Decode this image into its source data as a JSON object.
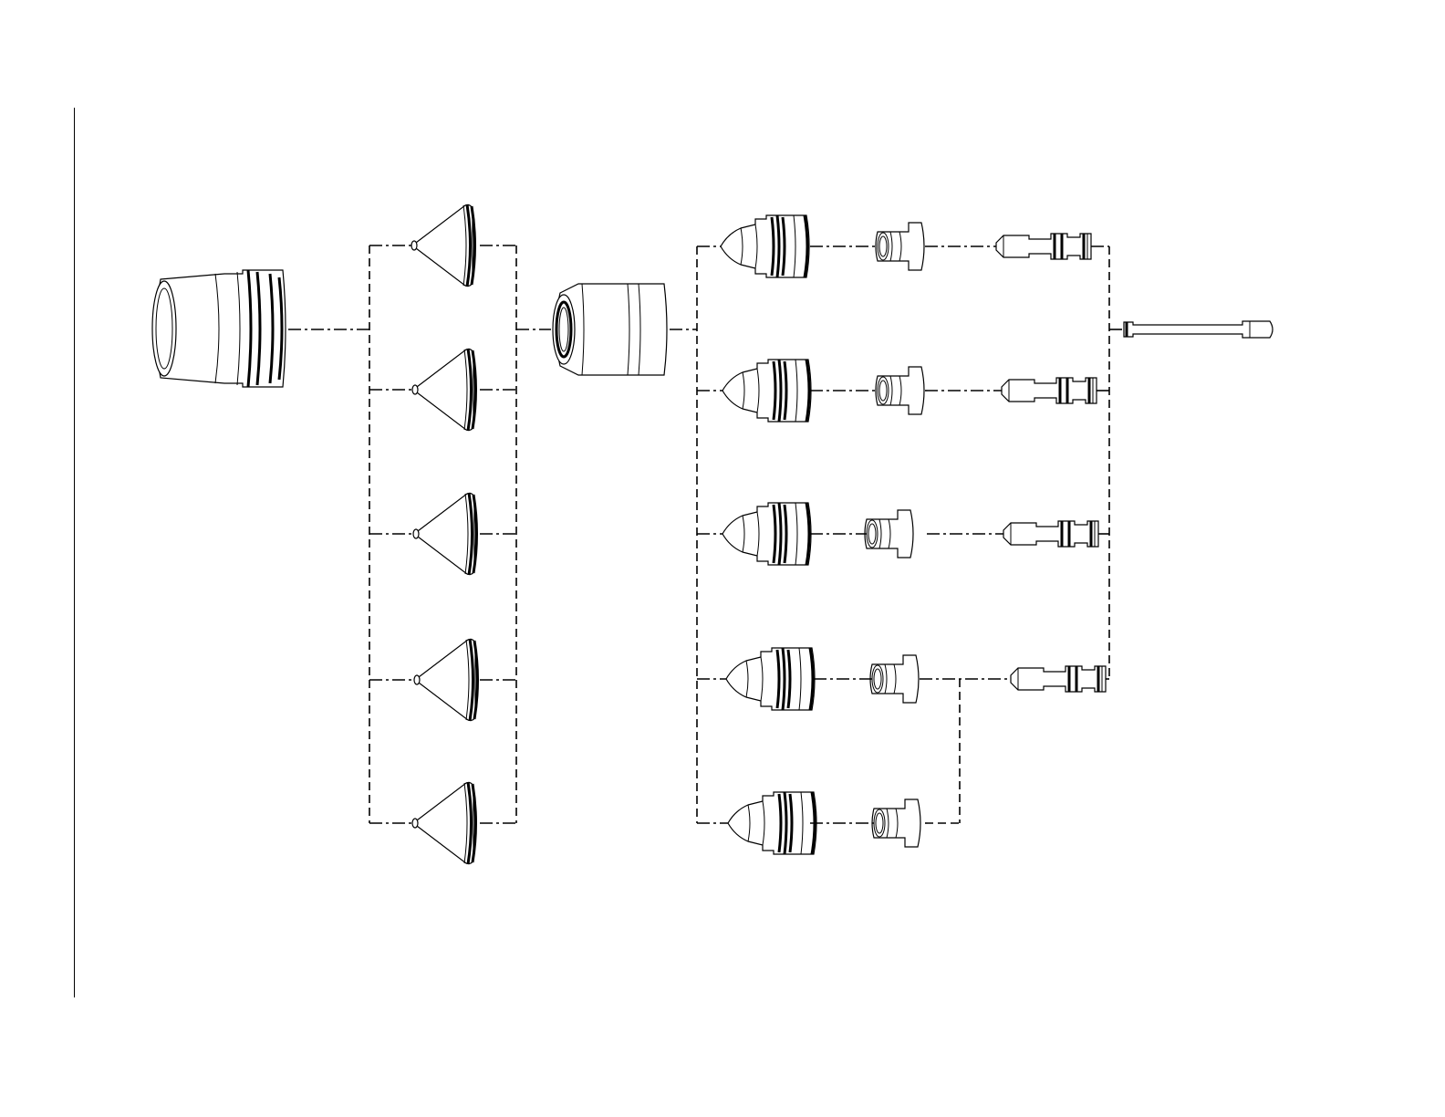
{
  "page": {
    "background": "#ffffff",
    "line_color": "#000000"
  },
  "diagram": {
    "description_free": true,
    "groups": [
      {
        "id": "retaining-cap",
        "count": 1
      },
      {
        "id": "shields",
        "count": 5
      },
      {
        "id": "swirl-cap",
        "count": 1
      },
      {
        "id": "nozzles",
        "count": 5
      },
      {
        "id": "swirl-rings",
        "count": 5
      },
      {
        "id": "electrodes",
        "count": 4
      },
      {
        "id": "water-tube",
        "count": 1
      }
    ]
  }
}
